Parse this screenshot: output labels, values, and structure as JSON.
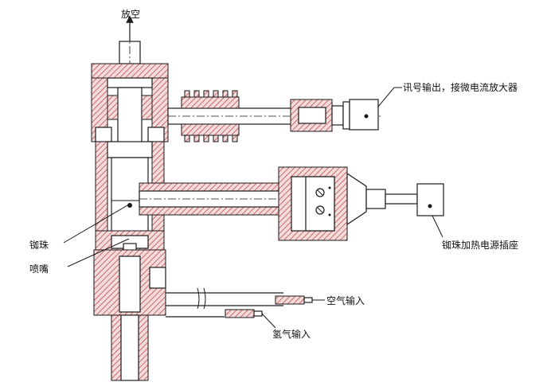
{
  "labels": {
    "vent": "放空",
    "signal_output": "讯号输出，接微电流放大器",
    "bead": "铷珠",
    "nozzle": "喷嘴",
    "bead_power": "铷珠加热电源插座",
    "air_input": "空气输入",
    "hydrogen_input": "氢气输入"
  },
  "colors": {
    "hatch": "#c8686a",
    "line": "#1a1a1a",
    "background": "#ffffff"
  }
}
